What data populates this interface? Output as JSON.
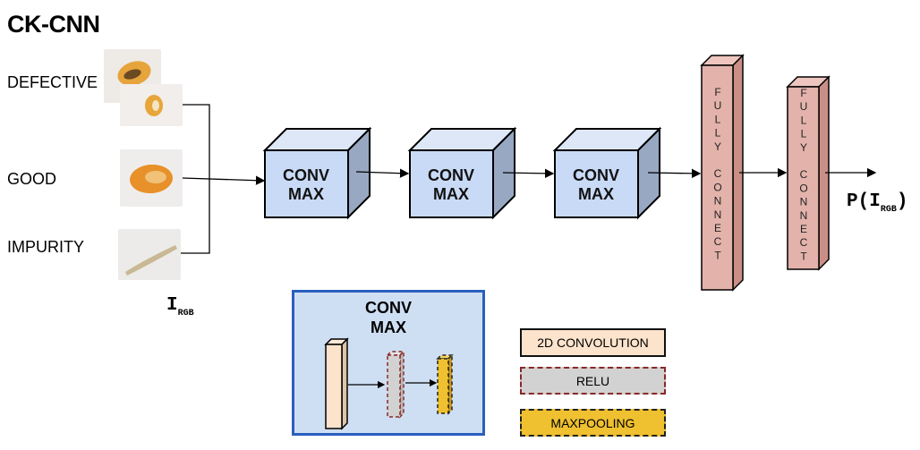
{
  "title": "CK-CNN",
  "classes": [
    "DEFECTIVE",
    "GOOD",
    "IMPURITY"
  ],
  "input_label": {
    "main": "I",
    "sub": "RGB"
  },
  "output_label": {
    "prefix": "P(I",
    "sub": "RGB",
    "suffix": ")"
  },
  "blocks": [
    {
      "line1": "CONV",
      "line2": "MAX"
    },
    {
      "line1": "CONV",
      "line2": "MAX"
    },
    {
      "line1": "CONV",
      "line2": "MAX"
    }
  ],
  "fully_connected": [
    {
      "letters": [
        "F",
        "U",
        "L",
        "L",
        "Y",
        "",
        "C",
        "O",
        "N",
        "N",
        "E",
        "C",
        "T"
      ]
    },
    {
      "letters": [
        "F",
        "U",
        "L",
        "L",
        "Y",
        "",
        "C",
        "O",
        "N",
        "N",
        "E",
        "C",
        "T"
      ]
    }
  ],
  "inset": {
    "line1": "CONV",
    "line2": "MAX"
  },
  "legend": {
    "conv": "2D CONVOLUTION",
    "relu": "RELU",
    "maxpool": "MAXPOOLING"
  },
  "colors": {
    "block_front": "#c9daf6",
    "block_top": "#dde7f7",
    "block_side": "#98a8c2",
    "fc_front": "#e3b3ab",
    "fc_side": "#c98f86",
    "inset_bg": "#cfdff3",
    "inset_border": "#2a5fbf",
    "conv_fill": "#fbe3cc",
    "relu_fill": "#d2d2d2",
    "relu_border": "#8a2828",
    "maxpool_fill": "#efc02f"
  }
}
